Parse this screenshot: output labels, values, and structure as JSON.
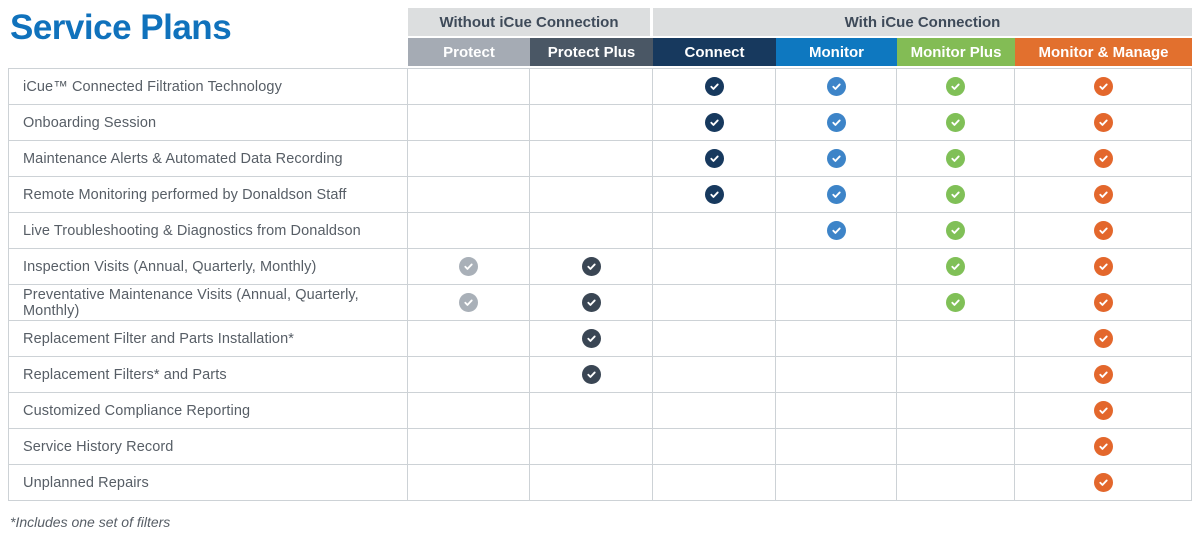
{
  "page": {
    "title": "Service Plans",
    "footnote": "*Includes one set of filters"
  },
  "colors": {
    "title_blue": "#1072bc",
    "group_header_bg": "#dcdedf",
    "group_header_text": "#3e4a59",
    "row_label_text": "#575e66",
    "grid_line": "#cdd2d6"
  },
  "table": {
    "groups": [
      {
        "label": "Without iCue Connection",
        "span": 2
      },
      {
        "label": "With iCue Connection",
        "span": 4
      }
    ],
    "columns": [
      {
        "label": "Protect",
        "header_bg": "#a5abb4",
        "check_color": "#a9b0b8"
      },
      {
        "label": "Protect Plus",
        "header_bg": "#4a5765",
        "check_color": "#3a4654"
      },
      {
        "label": "Connect",
        "header_bg": "#17395e",
        "check_color": "#17395e"
      },
      {
        "label": "Monitor",
        "header_bg": "#0e78c0",
        "check_color": "#3d84c8"
      },
      {
        "label": "Monitor Plus",
        "header_bg": "#83bc55",
        "check_color": "#80c057"
      },
      {
        "label": "Monitor & Manage",
        "header_bg": "#e2702e",
        "check_color": "#e3672c"
      }
    ],
    "rows": [
      {
        "label": "iCue™ Connected Filtration Technology",
        "checks": [
          false,
          false,
          true,
          true,
          true,
          true
        ]
      },
      {
        "label": "Onboarding Session",
        "checks": [
          false,
          false,
          true,
          true,
          true,
          true
        ]
      },
      {
        "label": "Maintenance Alerts & Automated Data Recording",
        "checks": [
          false,
          false,
          true,
          true,
          true,
          true
        ]
      },
      {
        "label": "Remote Monitoring performed by Donaldson Staff",
        "checks": [
          false,
          false,
          true,
          true,
          true,
          true
        ]
      },
      {
        "label": "Live Troubleshooting & Diagnostics from Donaldson",
        "checks": [
          false,
          false,
          false,
          true,
          true,
          true
        ]
      },
      {
        "label": "Inspection Visits (Annual, Quarterly, Monthly)",
        "checks": [
          true,
          true,
          false,
          false,
          true,
          true
        ]
      },
      {
        "label": "Preventative Maintenance Visits (Annual, Quarterly, Monthly)",
        "checks": [
          true,
          true,
          false,
          false,
          true,
          true
        ]
      },
      {
        "label": "Replacement Filter and Parts Installation*",
        "checks": [
          false,
          true,
          false,
          false,
          false,
          true
        ]
      },
      {
        "label": "Replacement Filters* and Parts",
        "checks": [
          false,
          true,
          false,
          false,
          false,
          true
        ]
      },
      {
        "label": "Customized Compliance Reporting",
        "checks": [
          false,
          false,
          false,
          false,
          false,
          true
        ]
      },
      {
        "label": "Service History Record",
        "checks": [
          false,
          false,
          false,
          false,
          false,
          true
        ]
      },
      {
        "label": "Unplanned Repairs",
        "checks": [
          false,
          false,
          false,
          false,
          false,
          true
        ]
      }
    ]
  }
}
